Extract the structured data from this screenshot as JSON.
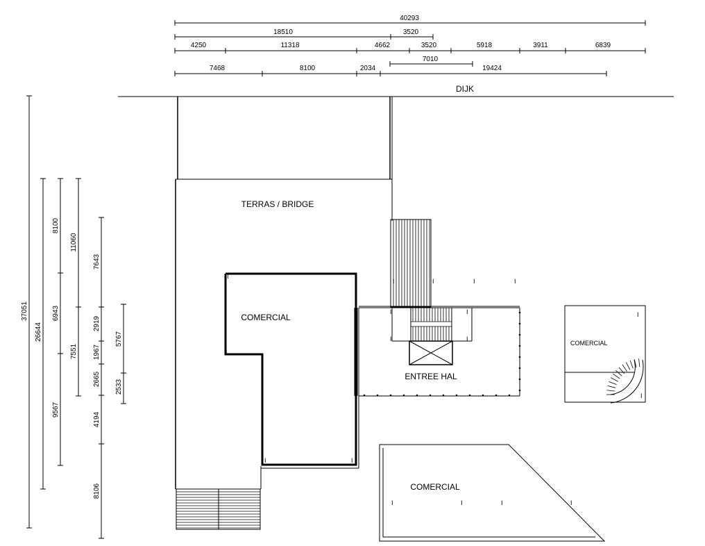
{
  "dimensions_top": {
    "row1": [
      "40293"
    ],
    "row2": [
      "18510",
      "3520"
    ],
    "row3": [
      "4250",
      "11318",
      "4662",
      "3520",
      "5918",
      "3911",
      "6839"
    ],
    "row4": [
      "7010"
    ],
    "row5": [
      "7468",
      "8100",
      "2034",
      "19424"
    ]
  },
  "dimensions_left": {
    "col1": [
      "37051"
    ],
    "col2": [
      "26644"
    ],
    "col3": [
      "8100",
      "6943",
      "9567"
    ],
    "col4": [
      "11060",
      "7551"
    ],
    "col5": [
      "7643",
      "2919",
      "1967",
      "2665",
      "4194",
      "8106"
    ],
    "col6": [
      "5767",
      "2533"
    ]
  },
  "labels": {
    "dijk": "DIJK",
    "terras": "TERRAS / BRIDGE",
    "comercial_main": "COMERCIAL",
    "entree_hal": "ENTREE HAL",
    "comercial_right": "COMERCIAL",
    "comercial_bottom": "COMERCIAL"
  }
}
